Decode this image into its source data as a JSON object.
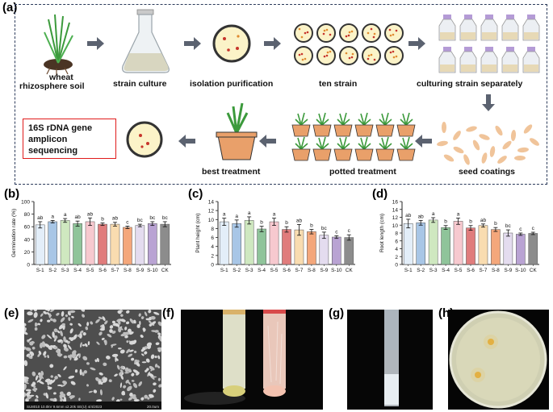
{
  "panel_labels": {
    "a": "(a)",
    "b": "(b)",
    "c": "(c)",
    "d": "(d)",
    "e": "(e)",
    "f": "(f)",
    "g": "(g)",
    "h": "(h)"
  },
  "workflow": {
    "wheat": "wheat",
    "rhizo": "rhizosphere soil",
    "strain_culture": "strain culture",
    "isolation": "isolation purification",
    "ten_strain": "ten strain",
    "culturing": "culturing strain separately",
    "seed_coatings": "seed coatings",
    "potted": "potted treatment",
    "best": "best treatment",
    "sequencing": "16S rDNA gene amplicon sequencing"
  },
  "sem_caption": "SU8010 10.0kV 9.6mm x2.20k SE(U) 4/4/2023",
  "sem_scale": "20.0um",
  "chart_data": [
    {
      "type": "bar",
      "ylabel": "Germination rate (%)",
      "ylim": [
        0,
        100
      ],
      "yticks": [
        0,
        20,
        40,
        60,
        80,
        100
      ],
      "categories": [
        "S-1",
        "S-2",
        "S-3",
        "S-4",
        "S-5",
        "S-6",
        "S-7",
        "S-8",
        "S-9",
        "S-10",
        "CK"
      ],
      "values": [
        63,
        68,
        70,
        65,
        68,
        64,
        64,
        59,
        62,
        65,
        64
      ],
      "errors": [
        5,
        2,
        3,
        4,
        6,
        2,
        3,
        2,
        2,
        3,
        4
      ],
      "letters": [
        "ab",
        "a",
        "a",
        "ab",
        "ab",
        "b",
        "ab",
        "c",
        "bc",
        "bc",
        "bc"
      ]
    },
    {
      "type": "bar",
      "ylabel": "Plant height (cm)",
      "ylim": [
        0,
        14
      ],
      "yticks": [
        0,
        2,
        4,
        6,
        8,
        10,
        12,
        14
      ],
      "categories": [
        "S-1",
        "S-2",
        "S-3",
        "S-4",
        "S-5",
        "S-6",
        "S-7",
        "S-8",
        "S-9",
        "S-10",
        "CK"
      ],
      "values": [
        9.5,
        9.1,
        9.8,
        7.9,
        9.5,
        7.8,
        7.7,
        7.3,
        6.5,
        6.1,
        6.0
      ],
      "errors": [
        0.8,
        0.8,
        0.8,
        0.6,
        0.8,
        0.6,
        1.2,
        0.5,
        0.7,
        0.3,
        0.6
      ],
      "letters": [
        "a",
        "a",
        "a",
        "b",
        "a",
        "b",
        "ab",
        "b",
        "bc",
        "c",
        "c"
      ]
    },
    {
      "type": "bar",
      "ylabel": "Root length (cm)",
      "ylim": [
        0,
        16
      ],
      "yticks": [
        0,
        2,
        4,
        6,
        8,
        10,
        12,
        14,
        16
      ],
      "categories": [
        "S-1",
        "S-2",
        "S-3",
        "S-4",
        "S-5",
        "S-6",
        "S-7",
        "S-8",
        "S-9",
        "S-10",
        "CK"
      ],
      "values": [
        10.4,
        10.6,
        11.3,
        9.4,
        11.0,
        9.3,
        9.9,
        8.9,
        8.0,
        7.7,
        7.9
      ],
      "errors": [
        1.1,
        0.6,
        0.6,
        0.5,
        0.8,
        0.6,
        0.4,
        0.5,
        0.8,
        0.3,
        0.3
      ],
      "letters": [
        "ab",
        "ab",
        "a",
        "b",
        "a",
        "b",
        "ab",
        "b",
        "bc",
        "c",
        "c"
      ]
    }
  ],
  "bar_colors": [
    "#e3eef9",
    "#a8c6e6",
    "#cfe8c0",
    "#8fc49a",
    "#f7c9cf",
    "#e07c7c",
    "#f9dcb0",
    "#f4a77b",
    "#e4dcef",
    "#b9a3d3",
    "#8c8c8c"
  ],
  "colors": {
    "frame": "#2b3a5a",
    "arrow": "#5b6270",
    "box_border": "#e01b1b",
    "dish_fill": "#fbf3c8",
    "colony": "#c7342b",
    "pot": "#e9a06a",
    "seed": "#f0c49a",
    "leaf": "#3c9a3c"
  }
}
